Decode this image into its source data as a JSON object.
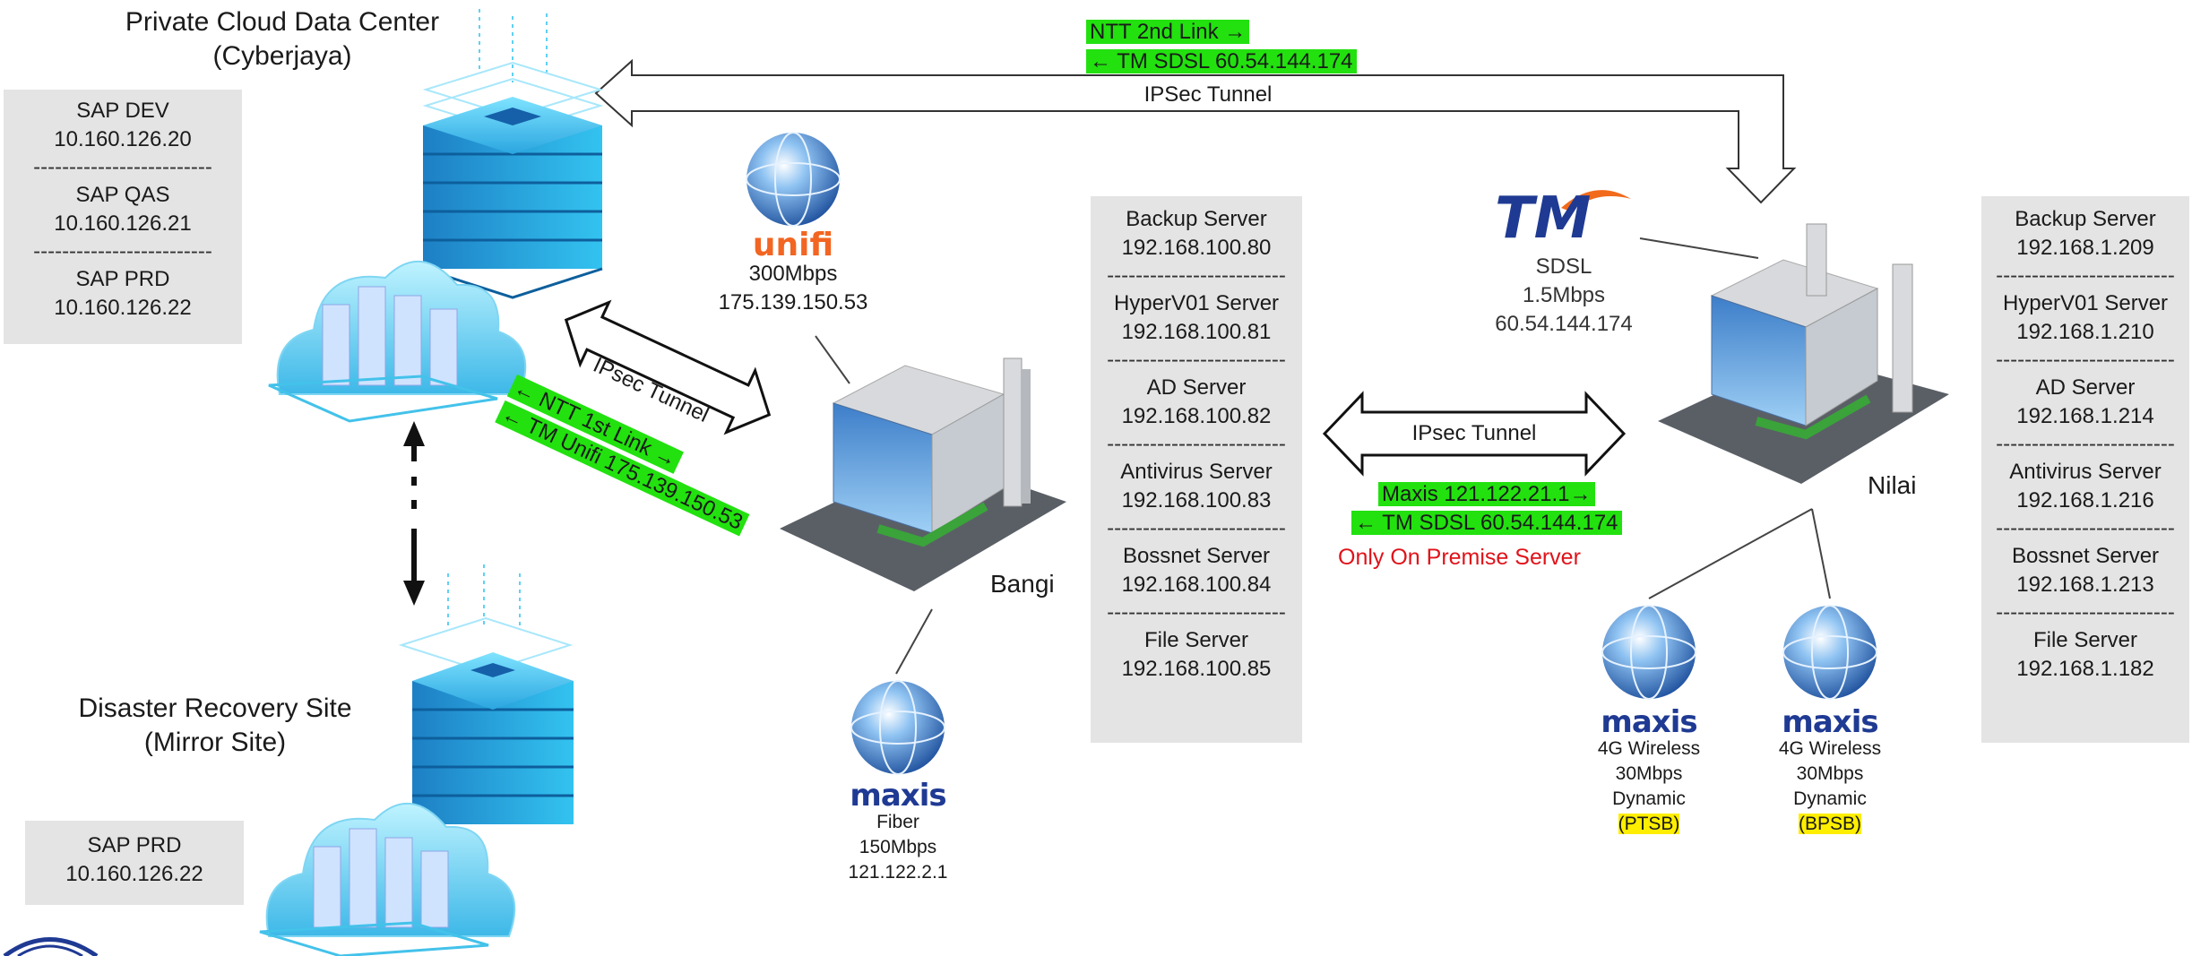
{
  "sites": {
    "private_cloud": {
      "title_line1": "Private Cloud Data Center",
      "title_line2": "(Cyberjaya)"
    },
    "dr_site": {
      "title_line1": "Disaster Recovery Site",
      "title_line2": "(Mirror Site)"
    },
    "bangi": {
      "label": "Bangi"
    },
    "nilai": {
      "label": "Nilai"
    }
  },
  "boxes": {
    "cloud_servers": [
      {
        "name": "SAP DEV",
        "ip": "10.160.126.20"
      },
      {
        "name": "SAP QAS",
        "ip": "10.160.126.21"
      },
      {
        "name": "SAP PRD",
        "ip": "10.160.126.22"
      }
    ],
    "dr_servers": [
      {
        "name": "SAP PRD",
        "ip": "10.160.126.22"
      }
    ],
    "bangi_servers": [
      {
        "name": "Backup Server",
        "ip": "192.168.100.80"
      },
      {
        "name": "HyperV01 Server",
        "ip": "192.168.100.81"
      },
      {
        "name": "AD Server",
        "ip": "192.168.100.82"
      },
      {
        "name": "Antivirus Server",
        "ip": "192.168.100.83"
      },
      {
        "name": "Bossnet Server",
        "ip": "192.168.100.84"
      },
      {
        "name": "File Server",
        "ip": "192.168.100.85"
      }
    ],
    "nilai_servers": [
      {
        "name": "Backup Server",
        "ip": "192.168.1.209"
      },
      {
        "name": "HyperV01 Server",
        "ip": "192.168.1.210"
      },
      {
        "name": "AD Server",
        "ip": "192.168.1.214"
      },
      {
        "name": "Antivirus Server",
        "ip": "192.168.1.216"
      },
      {
        "name": "Bossnet Server",
        "ip": "192.168.1.213"
      },
      {
        "name": "File Server",
        "ip": "192.168.1.182"
      }
    ],
    "separator": "-------------------------"
  },
  "links": {
    "top": {
      "green1": "NTT 2nd Link →",
      "green2": "← TM SDSL 60.54.144.174",
      "tunnel": "IPSec Tunnel"
    },
    "cloud_bangi": {
      "tunnel": "IPsec Tunnel",
      "green1": "← NTT 1st Link →",
      "green2": "← TM Unifi 175.139.150.53"
    },
    "bangi_nilai": {
      "tunnel": "IPsec Tunnel",
      "green1": "Maxis 121.122.21.1→",
      "green2": "← TM SDSL 60.54.144.174",
      "note": "Only On Premise Server"
    }
  },
  "isps": {
    "unifi": {
      "brand": "unifi",
      "speed": "300Mbps",
      "ip": "175.139.150.53"
    },
    "maxis_fiber": {
      "brand": "maxis",
      "type": "Fiber",
      "speed": "150Mbps",
      "ip": "121.122.2.1"
    },
    "tm": {
      "brand": "TM",
      "type": "SDSL",
      "speed": "1.5Mbps",
      "ip": "60.54.144.174"
    },
    "maxis_ptsb": {
      "brand": "maxis",
      "type": "4G Wireless",
      "speed": "30Mbps",
      "mode": "Dynamic",
      "tag": "(PTSB)"
    },
    "maxis_bpsb": {
      "brand": "maxis",
      "type": "4G Wireless",
      "speed": "30Mbps",
      "mode": "Dynamic",
      "tag": "(BPSB)"
    }
  },
  "colors": {
    "green_highlight": "#22e10f",
    "yellow_highlight": "#ffee00",
    "note_red": "#e0121a",
    "box_gray": "#e4e4e4",
    "server_blue": "#1aa3df"
  },
  "icons": [
    "globe-icon",
    "server-tower-icon",
    "cloud-icon",
    "office-building-icon"
  ]
}
